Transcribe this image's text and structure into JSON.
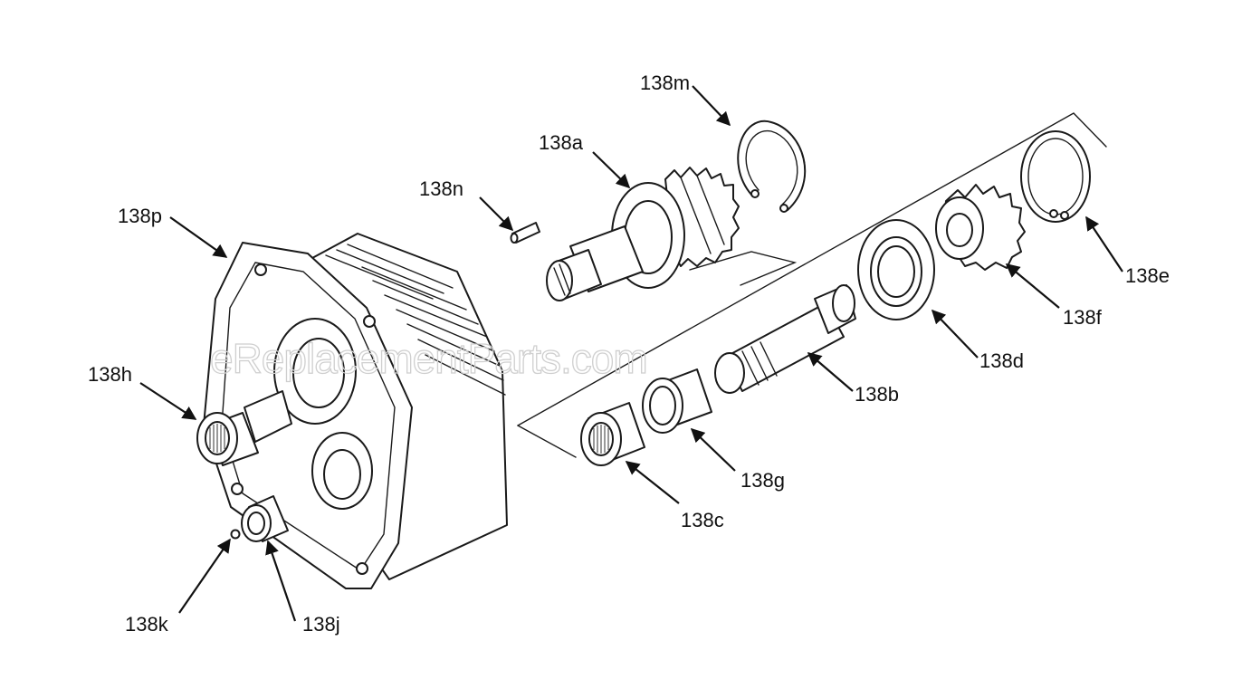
{
  "watermark": "eReplacementParts.com",
  "colors": {
    "line": "#1a1a1a",
    "background": "#ffffff",
    "watermark": "#cfcfcf"
  },
  "labels": {
    "p138a": "138a",
    "p138b": "138b",
    "p138c": "138c",
    "p138d": "138d",
    "p138e": "138e",
    "p138f": "138f",
    "p138g": "138g",
    "p138h": "138h",
    "p138j": "138j",
    "p138k": "138k",
    "p138m": "138m",
    "p138n": "138n",
    "p138p": "138p"
  }
}
